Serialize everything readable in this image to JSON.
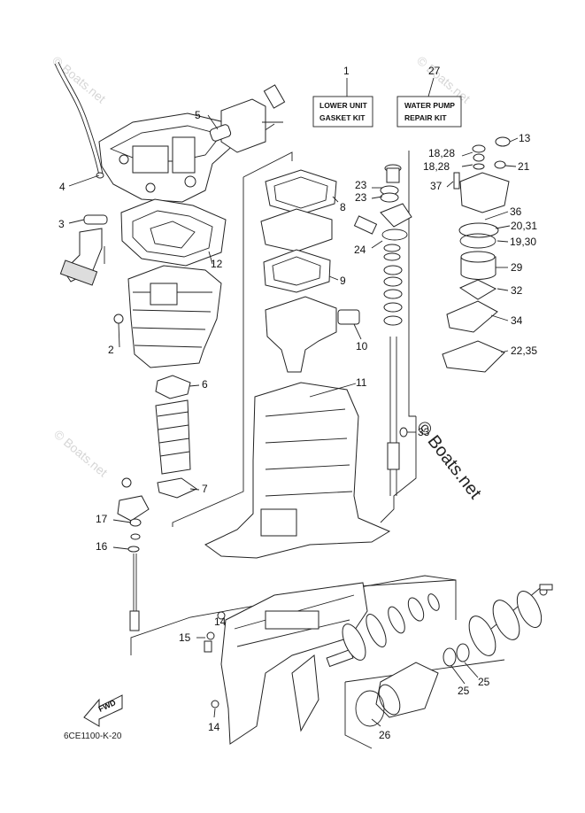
{
  "labels": {
    "n1": "1",
    "n2": "2",
    "n3": "3",
    "n4": "4",
    "n5": "5",
    "n6": "6",
    "n7": "7",
    "n8": "8",
    "n9": "9",
    "n10": "10",
    "n11": "11",
    "n12": "12",
    "n13": "13",
    "n14a": "14",
    "n14b": "14",
    "n15": "15",
    "n16": "16",
    "n17": "17",
    "n1828a": "18,28",
    "n1828b": "18,28",
    "n1930": "19,30",
    "n2031": "20,31",
    "n21": "21",
    "n2235": "22,35",
    "n23a": "23",
    "n23b": "23",
    "n24": "24",
    "n25a": "25",
    "n25b": "25",
    "n26": "26",
    "n27": "27",
    "n29": "29",
    "n32": "32",
    "n33": "33",
    "n34": "34",
    "n36": "36",
    "n37": "37"
  },
  "boxes": {
    "gasket_kit_line1": "LOWER UNIT",
    "gasket_kit_line2": "GASKET KIT",
    "pump_kit_line1": "WATER PUMP",
    "pump_kit_line2": "REPAIR KIT"
  },
  "watermark": {
    "text": "© Boats.net"
  },
  "footer": {
    "diagram_code": "6CE1100-K-20",
    "fwd_arrow": "FWD"
  }
}
